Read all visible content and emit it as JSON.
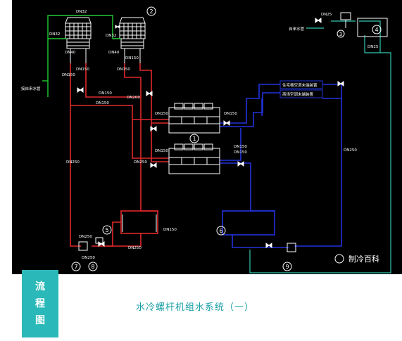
{
  "diagram": {
    "pipe_labels": {
      "dn32_top": "DN32",
      "dn32_left": "DN32",
      "dn32_right": "DN32",
      "dn40_a": "DN40",
      "dn40_b": "DN40",
      "dn150_a": "DN150",
      "dn150_b": "DN150",
      "dn150_c": "DN150",
      "dn150_d": "DN150",
      "dn150_e": "DN150",
      "dn150_f": "DN150",
      "dn150_g": "DN150",
      "dn150_h": "DN150",
      "dn150_i": "DN150",
      "dn150_j": "DN150",
      "dn150_k": "DN150",
      "dn150_l": "DN150",
      "dn200": "DN200",
      "dn250_a": "DN250",
      "dn250_b": "DN250",
      "dn250_c": "DN250",
      "dn250_d": "DN250",
      "dn250_e": "DN250",
      "dn250_f": "DN250",
      "dn25_a": "DN25",
      "dn25_b": "DN25"
    },
    "text_labels": {
      "makeup_water": "接自来水管",
      "city_water": "自来水管",
      "terminal_1": "住宅楼空调末端装置",
      "terminal_2": "商场空调末端装置"
    },
    "markers": [
      "1",
      "2",
      "3",
      "4",
      "5",
      "6",
      "7",
      "8",
      "9"
    ],
    "watermark": "制冷百科"
  },
  "tag_chars": [
    "流",
    "程",
    "图"
  ],
  "caption": "水冷螺杆机组水系统（一）",
  "colors": {
    "background": "#000000",
    "cooling_water": "#e0282c",
    "chilled_water": "#2233dd",
    "makeup": "#22cc33",
    "return_line": "#34c8b0",
    "equipment": "#ffffff",
    "tag_bg": "#2ab8b8",
    "caption": "#1a9fa6"
  }
}
